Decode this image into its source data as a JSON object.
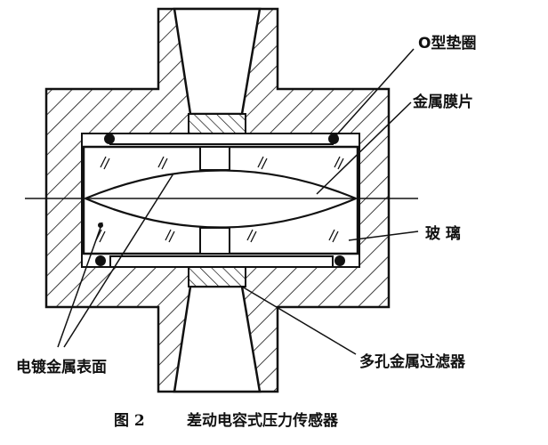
{
  "labels": {
    "o_ring": "O型垫圈",
    "metal_diaphragm": "金属膜片",
    "glass": "玻  璃",
    "plated_surface": "电镀金属表面",
    "porous_filter": "多孔金属过滤器"
  },
  "caption": {
    "number": "图 2",
    "title": "差动电容式压力传感器"
  }
}
